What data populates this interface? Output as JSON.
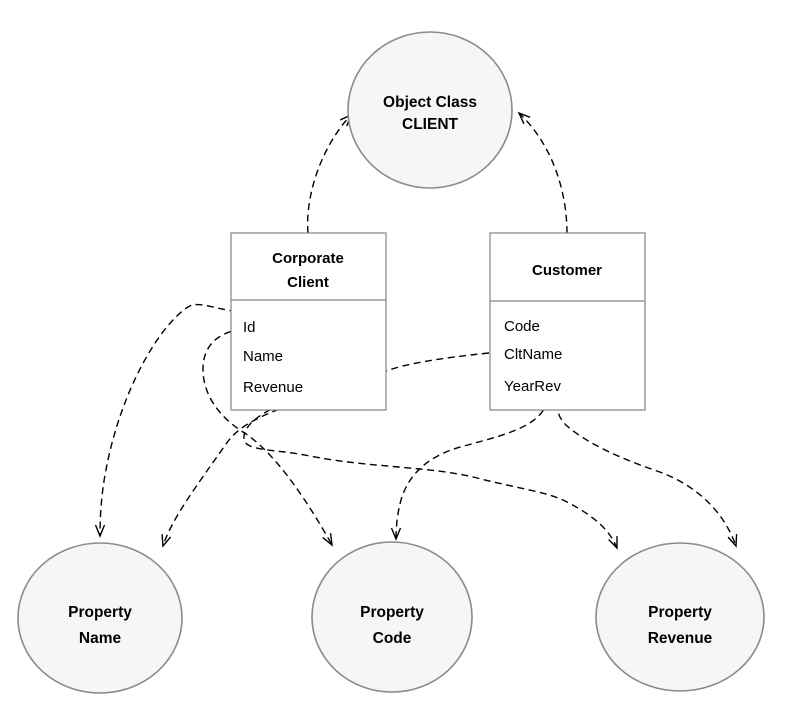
{
  "diagram": {
    "object_class": {
      "line1": "Object Class",
      "line2": "CLIENT"
    },
    "corporate": {
      "title_line1": "Corporate",
      "title_line2": "Client",
      "attributes": [
        "Id",
        "Name",
        "Revenue"
      ]
    },
    "customer": {
      "title": "Customer",
      "attributes": [
        "Code",
        "CltName",
        "YearRev"
      ]
    },
    "prop_name": {
      "line1": "Property",
      "line2": "Name"
    },
    "prop_code": {
      "line1": "Property",
      "line2": "Code"
    },
    "prop_revenue": {
      "line1": "Property",
      "line2": "Revenue"
    },
    "edges": [
      {
        "from": "Corporate Client",
        "to": "Object Class CLIENT"
      },
      {
        "from": "Customer",
        "to": "Object Class CLIENT"
      },
      {
        "from": "Corporate Client.Name",
        "to": "Property Name"
      },
      {
        "from": "Customer.CltName",
        "to": "Property Name"
      },
      {
        "from": "Corporate Client.Id",
        "to": "Property Code"
      },
      {
        "from": "Customer.Code",
        "to": "Property Code"
      },
      {
        "from": "Corporate Client.Revenue",
        "to": "Property Revenue"
      },
      {
        "from": "Customer.YearRev",
        "to": "Property Revenue"
      }
    ],
    "colors": {
      "background": "#ffffff",
      "node_fill": "#f6f6f6",
      "node_stroke": "#8b8b8b",
      "box_stroke": "#848484",
      "edge": "#000000",
      "text": "#000000"
    }
  }
}
